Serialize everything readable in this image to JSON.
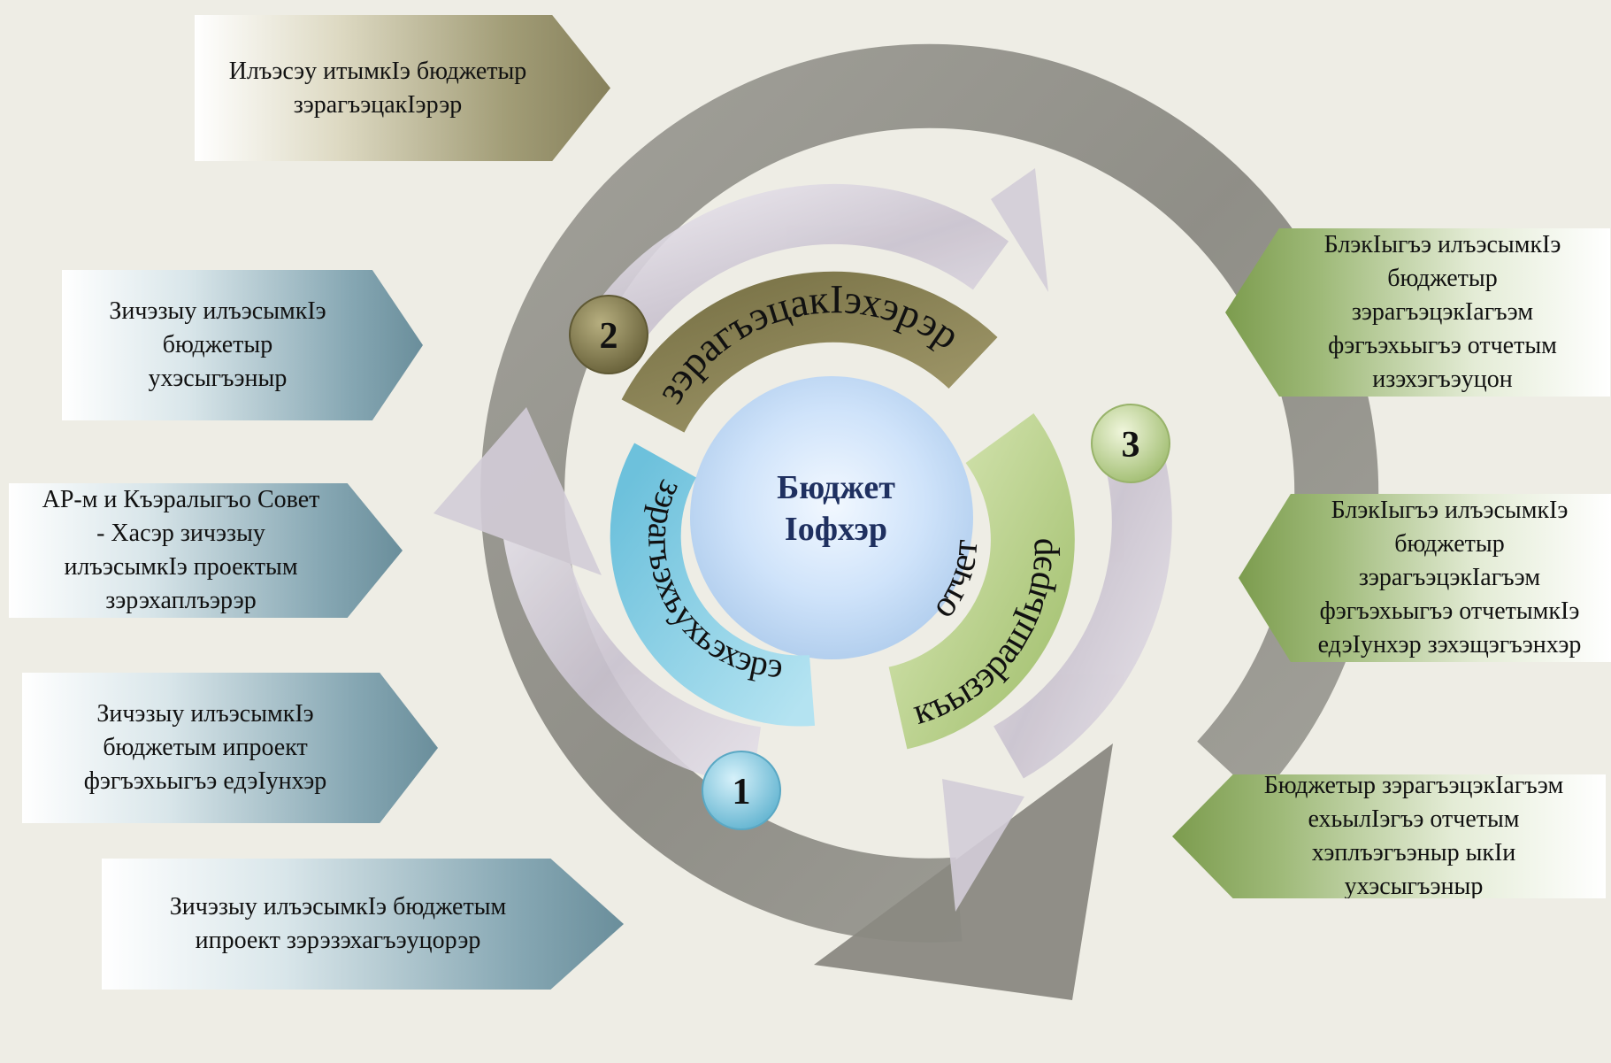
{
  "center": {
    "line1": "Бюджет",
    "line2": "Iофхэр"
  },
  "stages": {
    "s1": {
      "number": "1",
      "arc_text": "зэрагъэхъухьэхэрэр"
    },
    "s2": {
      "number": "2",
      "arc_text": "зэрагъэцакIэхэрэр"
    },
    "s3": {
      "number": "3",
      "arc_text_1": "отчет",
      "arc_text_2": "къызэрашIырэр"
    }
  },
  "callouts": {
    "top_left": {
      "text": "Илъэсэу итымкIэ бюджетыр\nзэрагъэцакIэрэр"
    },
    "left_1": {
      "text": "Зичэзыу илъэсымкIэ\nбюджетыр\nухэсыгъэныр"
    },
    "left_2": {
      "text": "АР-м и Къэралыгъо Совет\n- Хасэр зичэзыу\nилъэсымкIэ проектым\nзэрэхаплъэрэр"
    },
    "left_3": {
      "text": "Зичэзыу илъэсымкIэ\nбюджетым ипроект\nфэгъэхьыгъэ едэIунхэр"
    },
    "left_4": {
      "text": "Зичэзыу илъэсымкIэ бюджетым\nипроект зэрэзэхагъэуцорэр"
    },
    "right_1": {
      "text": "БлэкIыгъэ илъэсымкIэ\nбюджетыр\nзэрагъэцэкIагъэм\nфэгъэхьыгъэ отчетым\nизэхэгъэуцон"
    },
    "right_2": {
      "text": "БлэкIыгъэ илъэсымкIэ\nбюджетыр\nзэрагъэцэкIагъэм\nфэгъэхьыгъэ отчетымкIэ\nедэIунхэр зэхэщэгъэнхэр"
    },
    "right_3": {
      "text": "Бюджетыр зэрагъэцэкIагъэм\nехьылIэгъэ отчетым\nхэплъэгъэныр ыкIи\nухэсыгъэныр"
    }
  },
  "colors": {
    "outer_ring": "#8e8d86",
    "middle_arrows": "#d6d1dc",
    "stage1": "#8fd3e6",
    "stage2": "#8a8257",
    "stage3": "#c3d897",
    "center_text": "#1f3060"
  }
}
